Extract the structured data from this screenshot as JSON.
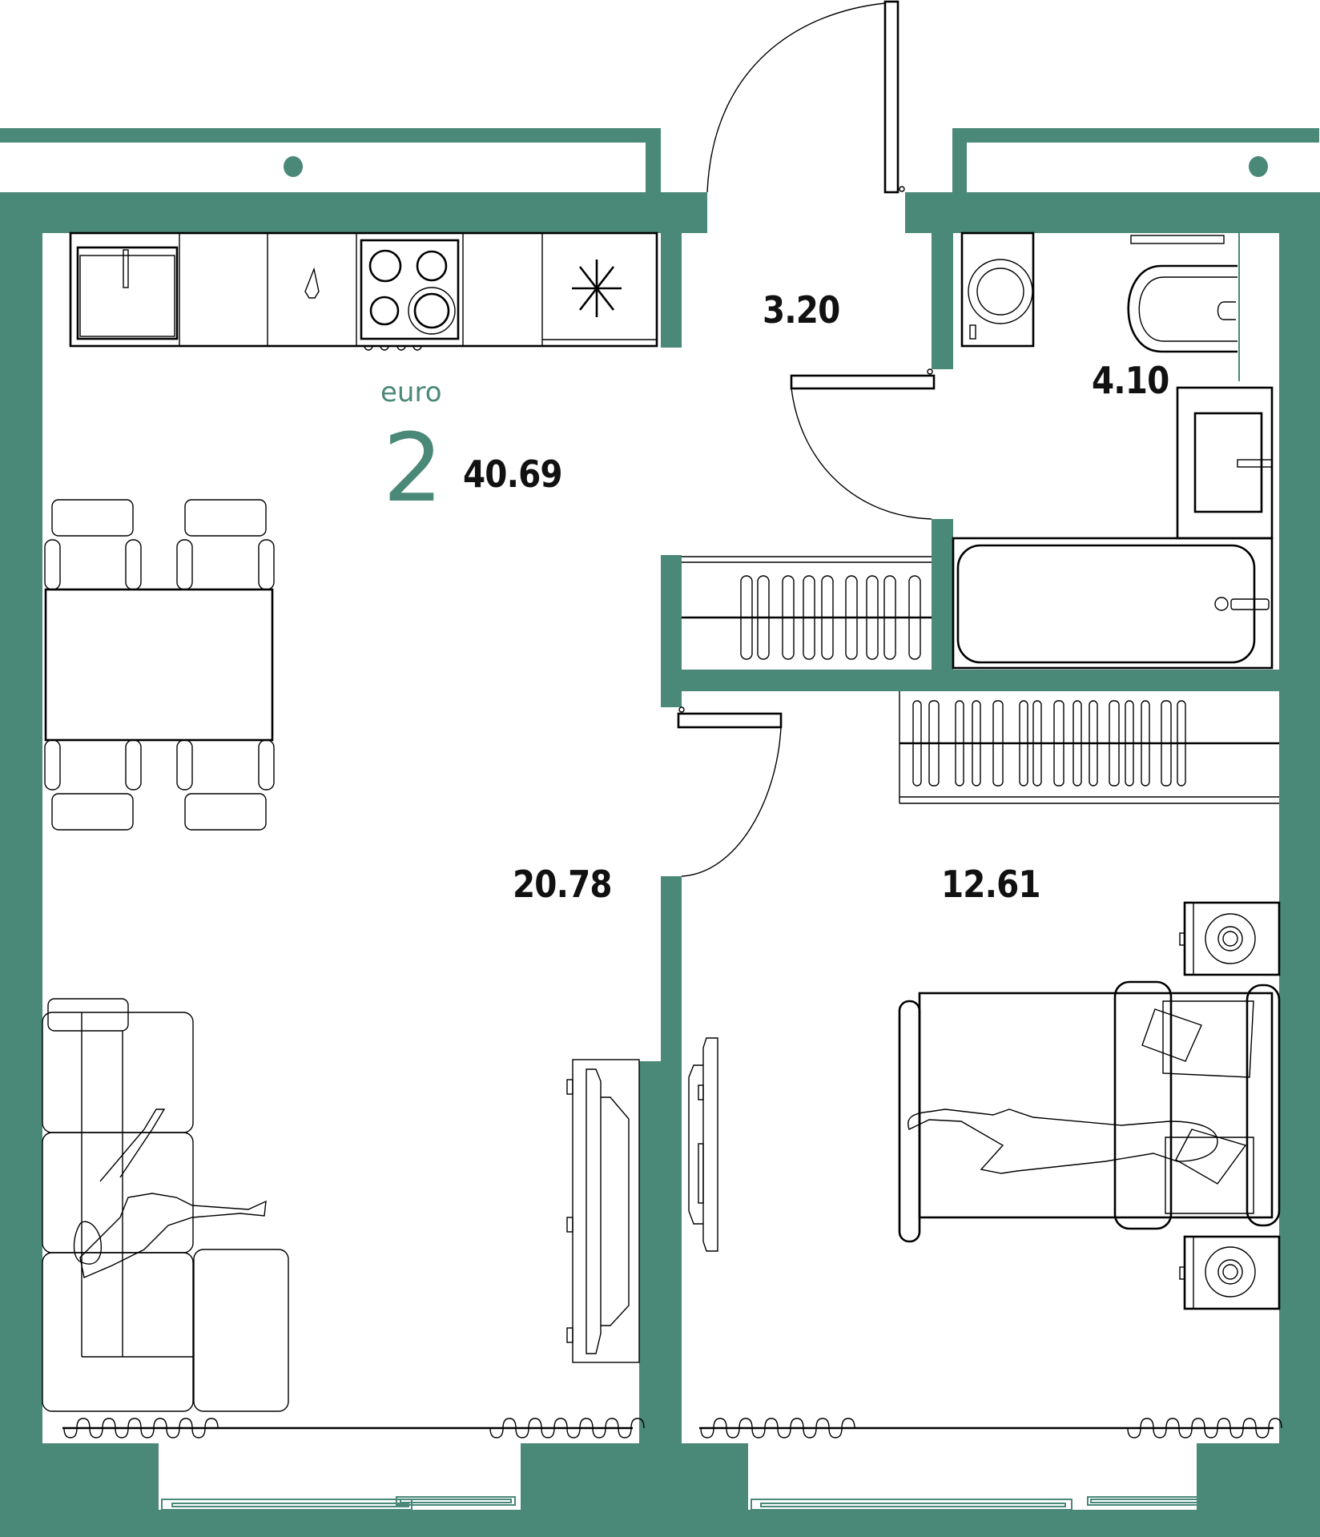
{
  "plan": {
    "type": "Floor plan",
    "layout_label": "euro",
    "room_count": "2",
    "total_area": "40.69",
    "colors": {
      "wall": "#4A8878",
      "line": "#000000",
      "background": "#FFFFFF",
      "accent_text": "#4A8878"
    }
  },
  "rooms": [
    {
      "id": "living-kitchen",
      "area": "20.78"
    },
    {
      "id": "hallway",
      "area": "3.20"
    },
    {
      "id": "bathroom",
      "area": "4.10"
    },
    {
      "id": "bedroom",
      "area": "12.61"
    }
  ],
  "icons": {
    "kitchen": [
      "sink-icon",
      "water-drop-icon",
      "cooktop-icon",
      "snowflake-fridge-icon"
    ],
    "bathroom": [
      "washing-machine-icon",
      "toilet-icon",
      "washbasin-icon",
      "bathtub-icon"
    ],
    "living": [
      "dining-table-icon",
      "chair-icon",
      "sofa-icon",
      "person-icon",
      "tv-icon"
    ],
    "bedroom": [
      "bed-icon",
      "pillow-icon",
      "nightstand-icon",
      "wardrobe-icon"
    ]
  }
}
